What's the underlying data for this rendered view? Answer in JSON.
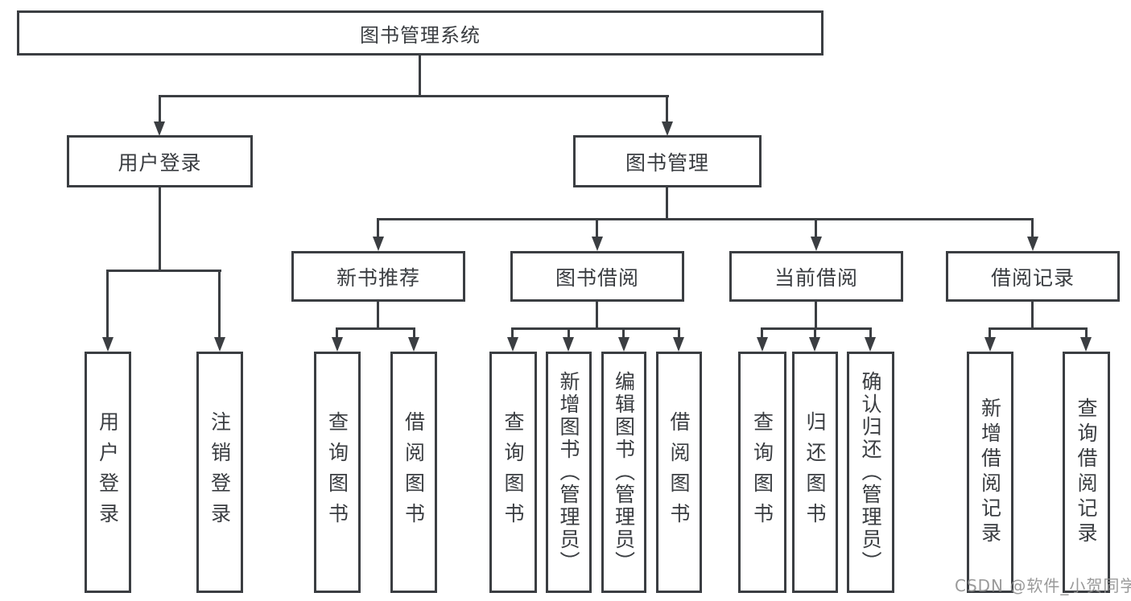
{
  "diagram_title": "图书管理系统",
  "tree": {
    "root": "图书管理系统",
    "level2": [
      "用户登录",
      "图书管理"
    ],
    "level3": [
      "新书推荐",
      "图书借阅",
      "当前借阅",
      "借阅记录"
    ],
    "level4": [
      "用户登录",
      "注销登录",
      "查询图书",
      "借阅图书",
      "查询图书",
      "新增图书（管理员）",
      "编辑图书（管理员）",
      "借阅图书",
      "查询图书",
      "归还图书",
      "确认归还（管理员）",
      "新增借阅记录",
      "查询借阅记录"
    ]
  },
  "hierarchy": [
    {
      "parent": "图书管理系统",
      "children": [
        "用户登录",
        "图书管理"
      ]
    },
    {
      "parent": "用户登录",
      "children": [
        "用户登录",
        "注销登录"
      ]
    },
    {
      "parent": "图书管理",
      "children": [
        "新书推荐",
        "图书借阅",
        "当前借阅",
        "借阅记录"
      ]
    },
    {
      "parent": "新书推荐",
      "children": [
        "查询图书",
        "借阅图书"
      ]
    },
    {
      "parent": "图书借阅",
      "children": [
        "查询图书",
        "新增图书（管理员）",
        "编辑图书（管理员）",
        "借阅图书"
      ]
    },
    {
      "parent": "当前借阅",
      "children": [
        "查询图书",
        "归还图书",
        "确认归还（管理员）"
      ]
    },
    {
      "parent": "借阅记录",
      "children": [
        "新增借阅记录",
        "查询借阅记录"
      ]
    }
  ],
  "watermark": "CSDN @软件_小贺同学",
  "colors": {
    "line": "#3b3e42",
    "text": "#3a3d41",
    "watermark": "#919191",
    "background": "#ffffff"
  }
}
